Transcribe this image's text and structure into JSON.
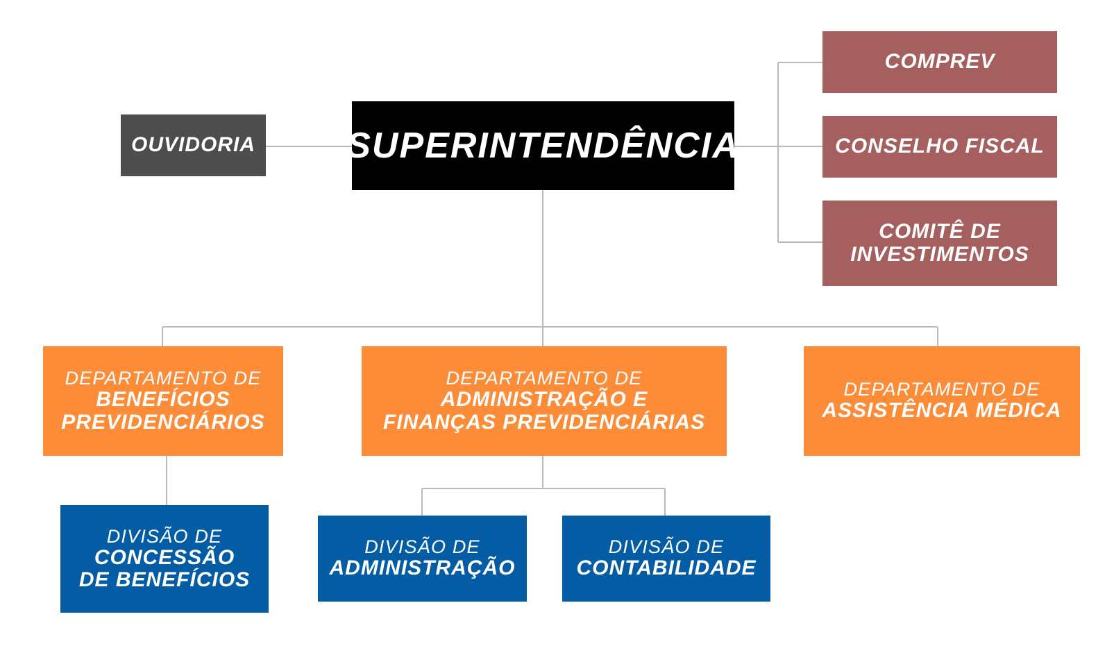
{
  "org_chart": {
    "top": {
      "label": "SUPERINTENDÊNCIA",
      "color": "#000000"
    },
    "ouvidoria": {
      "label": "OUVIDORIA",
      "color": "#4d4d4d"
    },
    "side_units": {
      "color": "#a55f5f",
      "items": [
        {
          "label": "COMPREV"
        },
        {
          "label": "CONSELHO FISCAL"
        },
        {
          "lines": [
            "COMITÊ DE",
            "INVESTIMENTOS"
          ]
        }
      ]
    },
    "departments": {
      "color": "#fc8c38",
      "items": [
        {
          "prefix": "DEPARTAMENTO DE",
          "lines": [
            "BENEFÍCIOS",
            "PREVIDENCIÁRIOS"
          ]
        },
        {
          "prefix": "DEPARTAMENTO DE",
          "lines": [
            "ADMINISTRAÇÃO E",
            "FINANÇAS PREVIDENCIÁRIAS"
          ]
        },
        {
          "prefix": "DEPARTAMENTO DE",
          "lines": [
            "ASSISTÊNCIA MÉDICA"
          ]
        }
      ]
    },
    "divisions": {
      "color": "#045da4",
      "items": [
        {
          "prefix": "DIVISÃO DE",
          "lines": [
            "CONCESSÃO",
            "DE BENEFÍCIOS"
          ]
        },
        {
          "prefix": "DIVISÃO DE",
          "lines": [
            "ADMINISTRAÇÃO"
          ]
        },
        {
          "prefix": "DIVISÃO DE",
          "lines": [
            "CONTABILIDADE"
          ]
        }
      ]
    },
    "connector_color": "#b9b9b9"
  }
}
